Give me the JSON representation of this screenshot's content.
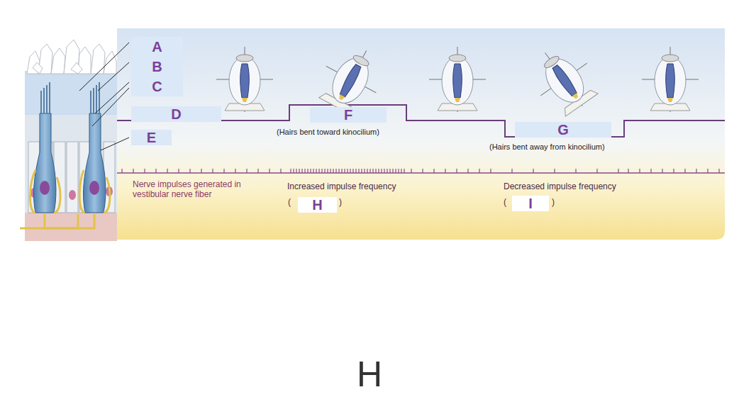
{
  "diagram": {
    "caption": "H",
    "nodes": [
      {
        "text": [
          "A"
        ]
      },
      {
        "text": [
          "B"
        ]
      },
      {
        "text": [
          "C"
        ]
      },
      {
        "text": [
          "D"
        ]
      },
      {
        "text": [
          "F"
        ]
      },
      {
        "text": [
          "G"
        ]
      },
      {
        "text": [
          "E"
        ]
      },
      {
        "text": [
          "H"
        ]
      },
      {
        "text": [
          "I"
        ]
      }
    ],
    "labels": [
      "(Hairs bent toward kinocilium)",
      "(Hairs bent away from kinocilium)",
      "Nerve impulses generated in vestibular nerve fiber",
      "Increased impulse frequency",
      "(",
      ")",
      "Decreased impulse frequency",
      "(",
      ")"
    ]
  }
}
